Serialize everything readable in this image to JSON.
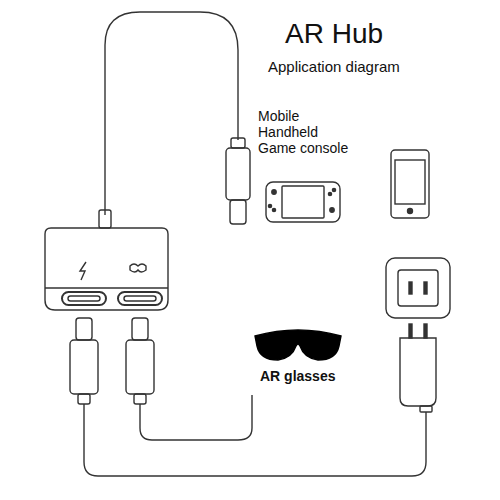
{
  "diagram": {
    "title": "AR Hub",
    "labels": [
      "Application diagram",
      "Mobile Handheld Game console",
      "AR glasses"
    ]
  }
}
